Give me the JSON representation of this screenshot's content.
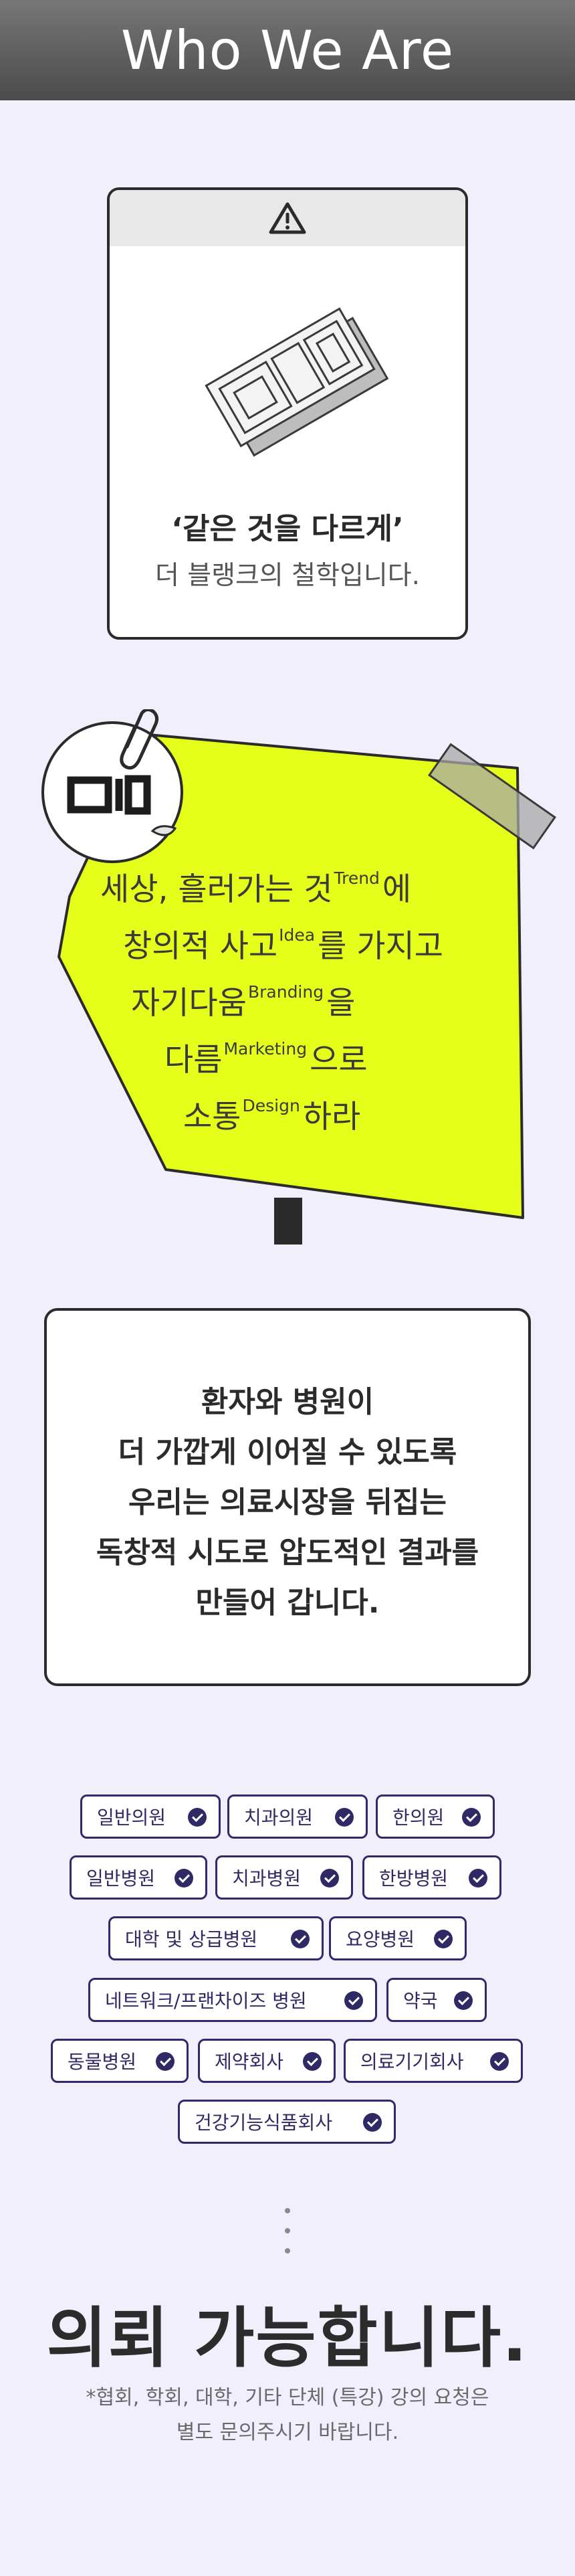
{
  "header": {
    "title": "Who We Are"
  },
  "philosophy": {
    "quote": "‘같은 것을 다르게’",
    "subtitle": "더 블랭크의 철학입니다."
  },
  "note": {
    "lines": [
      {
        "before": "세상, 흘러가는 것",
        "sup": "Trend",
        "after": "에"
      },
      {
        "before": "창의적 사고",
        "sup": "Idea",
        "after": "를 가지고"
      },
      {
        "before": "자기다움",
        "sup": "Branding",
        "after": "을"
      },
      {
        "before": "다름",
        "sup": "Marketing",
        "after": "으로"
      },
      {
        "before": "소통",
        "sup": "Design",
        "after": "하라"
      }
    ]
  },
  "statement": {
    "lines": [
      "환자와 병원이",
      "더 가깝게 이어질 수 있도록",
      "우리는 의료시장을 뒤집는",
      "독창적 시도로 압도적인 결과를",
      "만들어 갑니다."
    ]
  },
  "targets": [
    "일반의원",
    "치과의원",
    "한의원",
    "일반병원",
    "치과병원",
    "한방병원",
    "대학 및 상급병원",
    "요양병원",
    "네트워크/프랜차이즈 병원",
    "약국",
    "동물병원",
    "제약회사",
    "의료기기회사",
    "건강기능식품회사"
  ],
  "cta": {
    "title": "의뢰 가능합니다.",
    "footnote_line1": "*협회, 학회, 대학, 기타 단체 (특강) 강의 요청은",
    "footnote_line2": "별도 문의주시기 바랍니다."
  },
  "colors": {
    "background": "#f1effc",
    "note_yellow": "#e6ff1a",
    "chip_accent": "#2f2965"
  },
  "icons": [
    "warning-icon",
    "brand-logo",
    "paper-clip-icon",
    "tape-strip",
    "arrow-down-icon",
    "check-icon"
  ]
}
